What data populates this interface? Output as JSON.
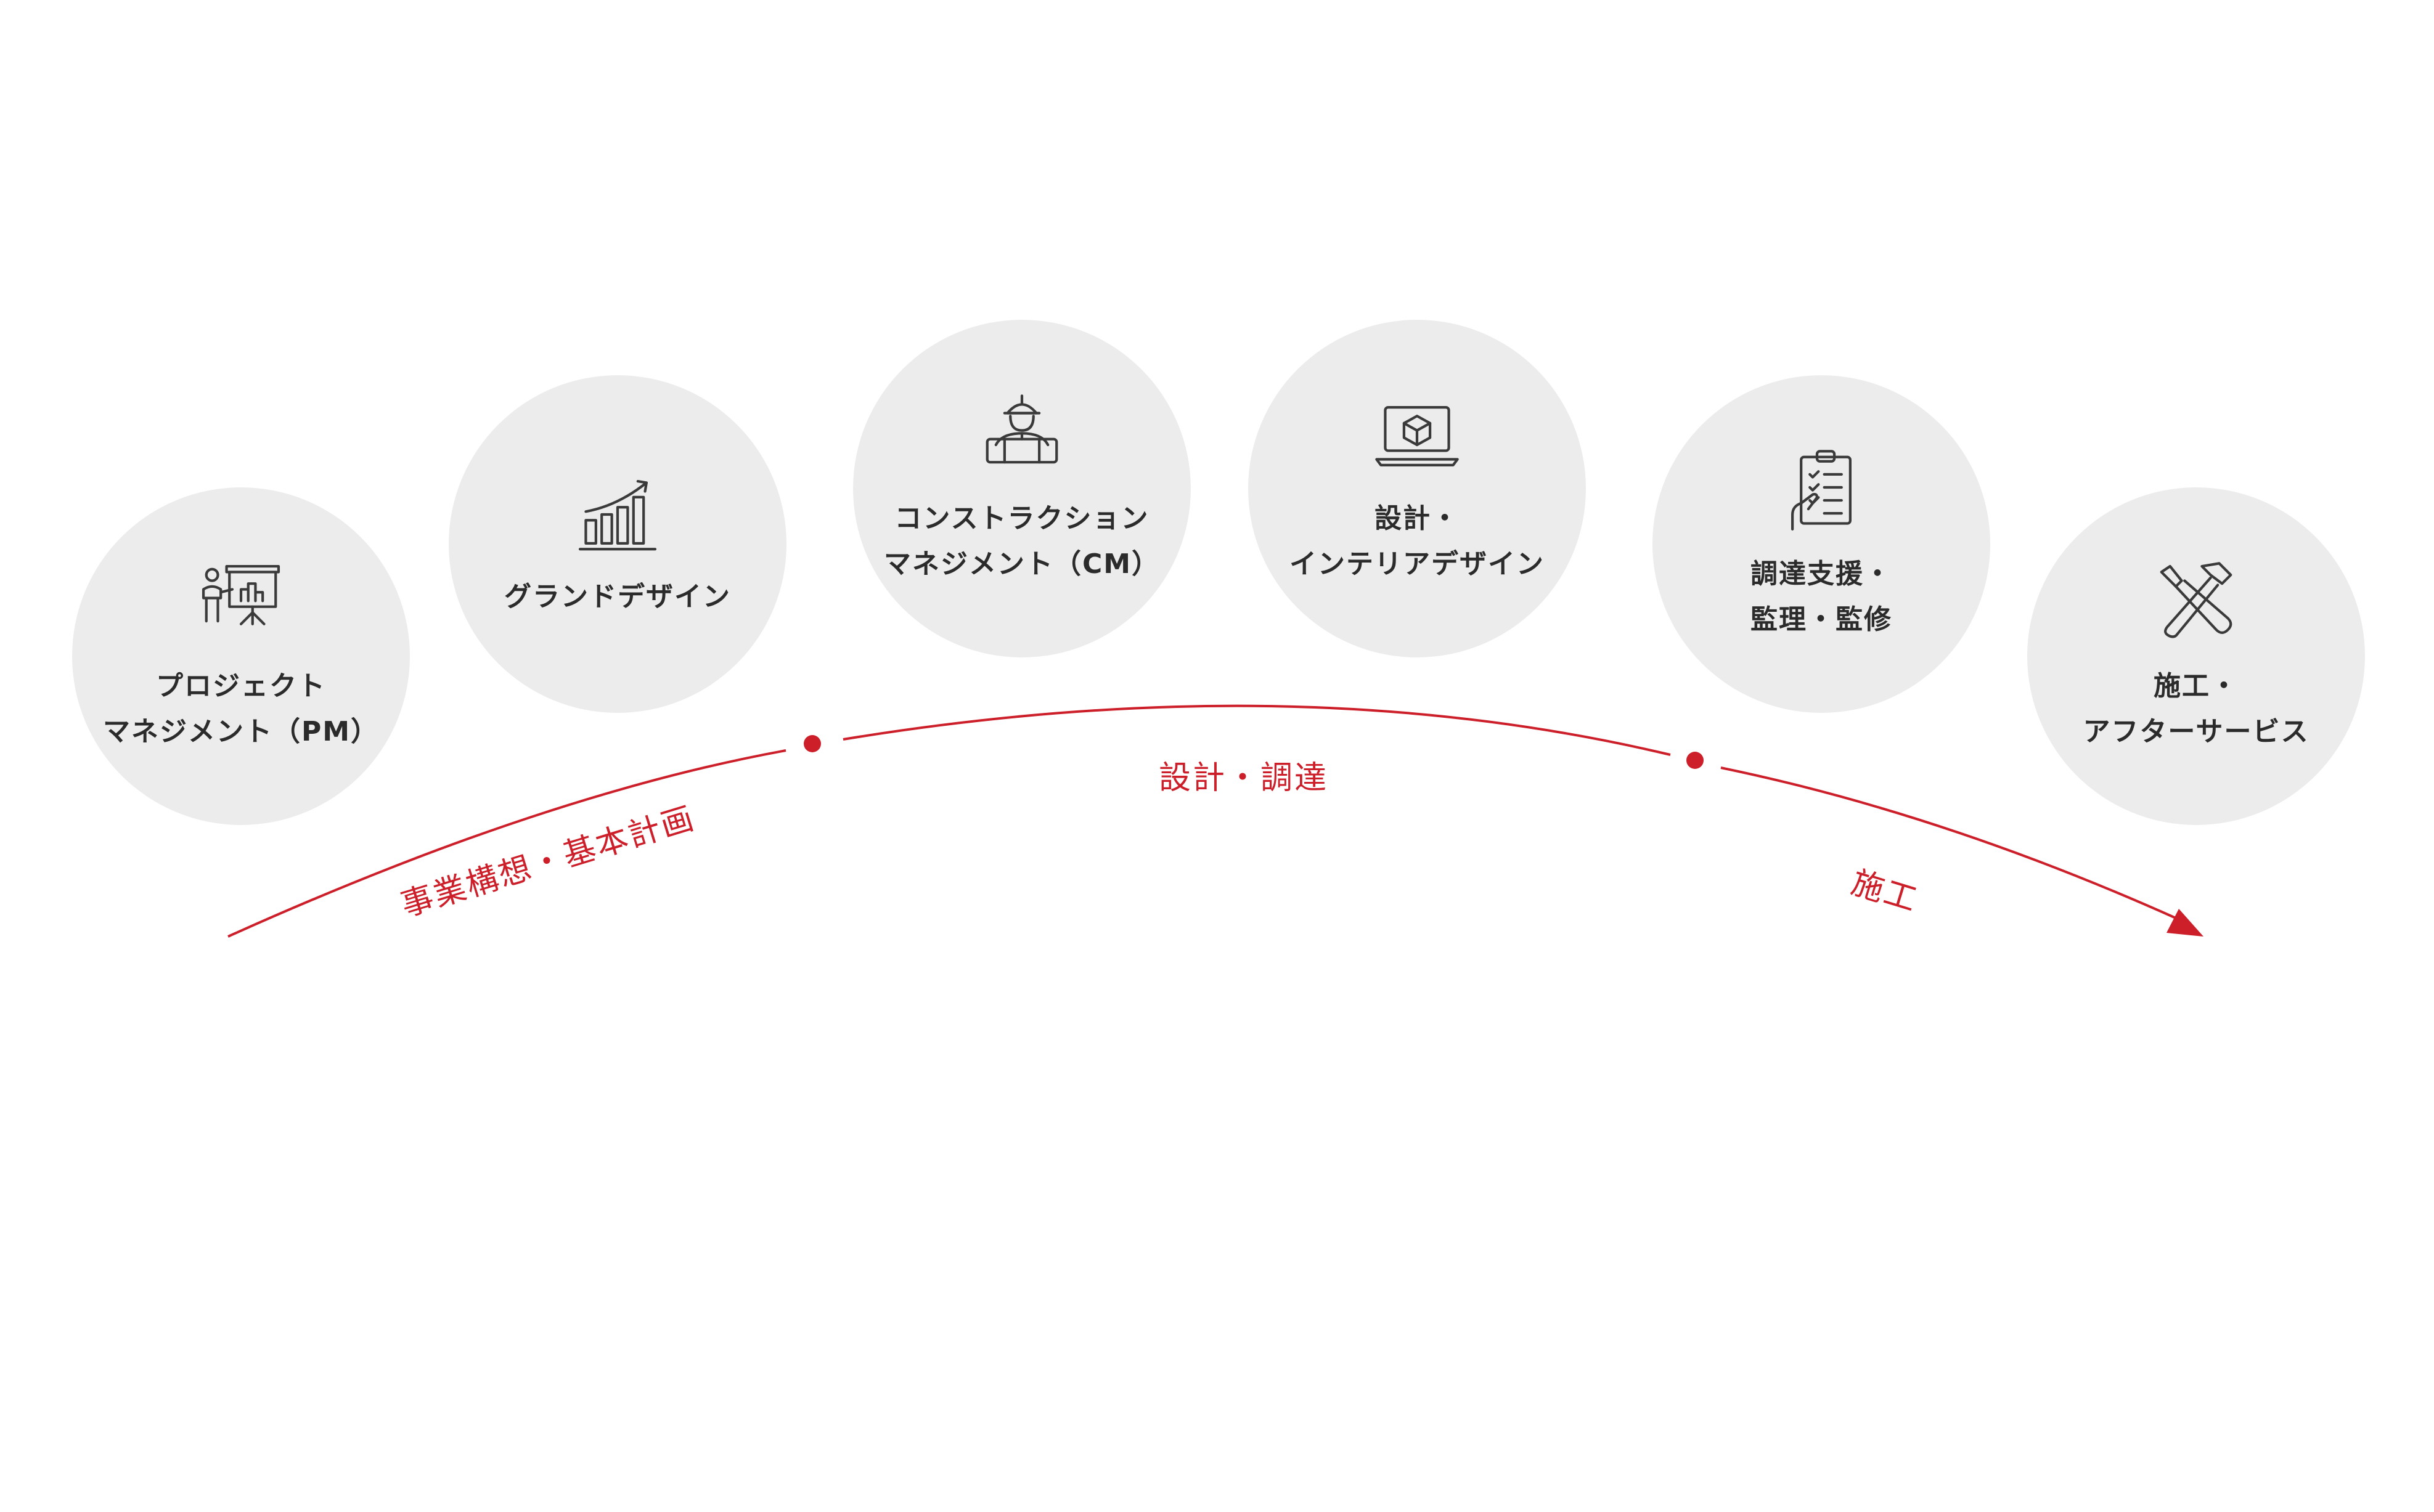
{
  "colors": {
    "accent": "#cc1f2a",
    "circle_bg": "#ececec",
    "text": "#2b2b2b",
    "icon_stroke": "#3a3a3a"
  },
  "services": [
    {
      "icon": "presentation-board-icon",
      "lines": [
        "プロジェクト",
        "マネジメント（PM）"
      ]
    },
    {
      "icon": "bar-chart-growth-icon",
      "lines": [
        "グランドデザイン"
      ]
    },
    {
      "icon": "hard-hat-worker-icon",
      "lines": [
        "コンストラクション",
        "マネジメント（CM）"
      ]
    },
    {
      "icon": "laptop-cube-icon",
      "lines": [
        "設計・",
        "インテリアデザイン"
      ]
    },
    {
      "icon": "clipboard-checklist-icon",
      "lines": [
        "調達支援・",
        "監理・監修"
      ]
    },
    {
      "icon": "screwdriver-hammer-icon",
      "lines": [
        "施工・",
        "アフターサービス"
      ]
    }
  ],
  "phases": [
    {
      "label": "事業構想・基本計画"
    },
    {
      "label": "設計・調達"
    },
    {
      "label": "施工"
    }
  ]
}
